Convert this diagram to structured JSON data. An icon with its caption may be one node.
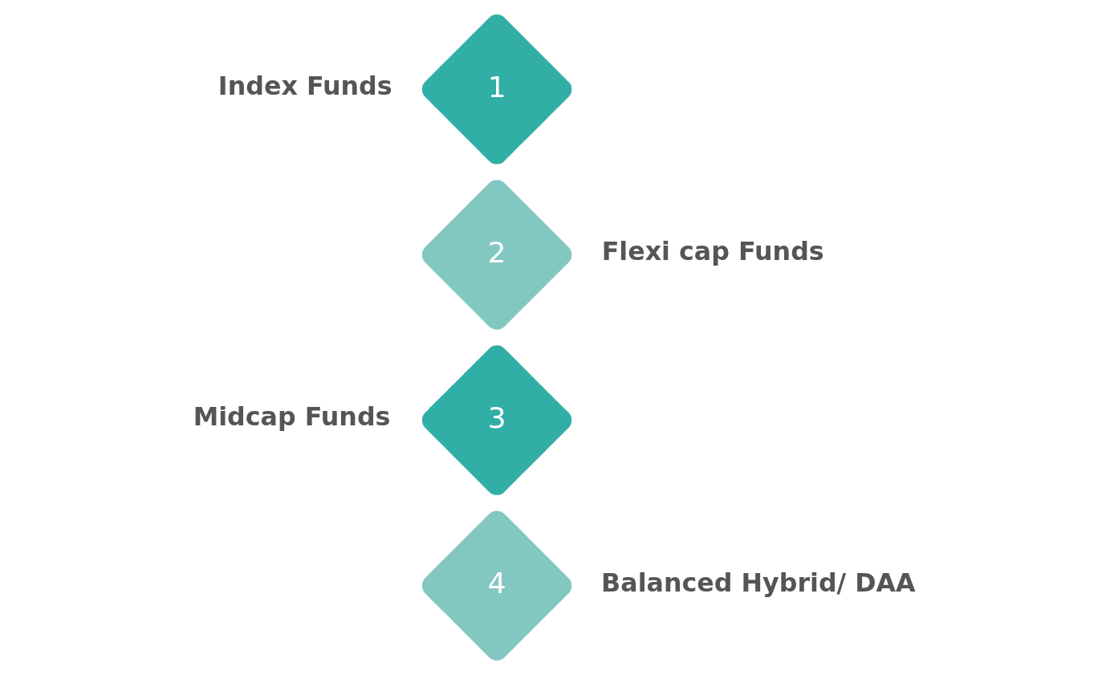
{
  "diagram": {
    "nodes": [
      {
        "text": [
          "1"
        ],
        "beside": [
          "Index Funds"
        ]
      },
      {
        "text": [
          "2"
        ],
        "beside": [
          "Flexi cap Funds"
        ]
      },
      {
        "text": [
          "3"
        ],
        "beside": [
          "Midcap Funds"
        ]
      },
      {
        "text": [
          "4"
        ],
        "beside": [
          "Balanced Hybrid/ DAA"
        ]
      }
    ]
  }
}
